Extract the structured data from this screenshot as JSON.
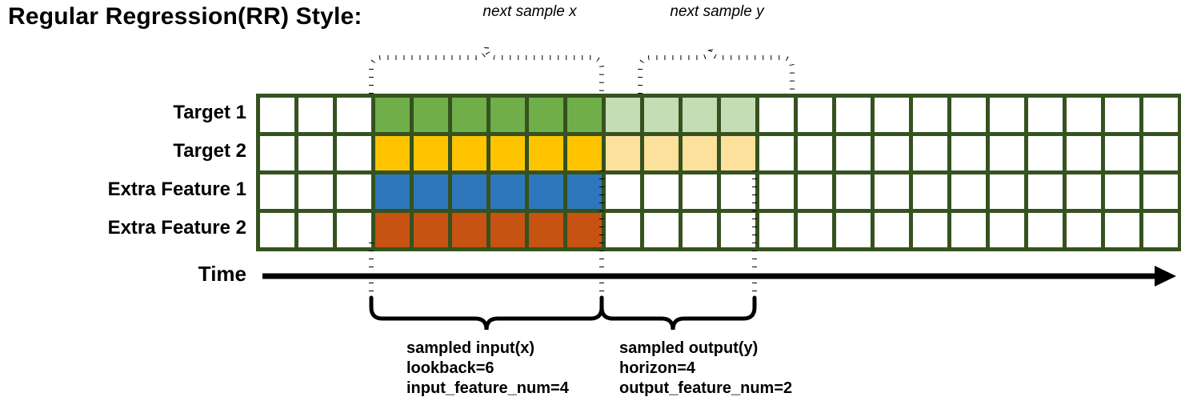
{
  "title": "Regular Regression(RR) Style:",
  "top_captions": {
    "input_brace": "next sample x",
    "output_brace": "next sample y"
  },
  "row_labels": [
    "Target 1",
    "Target 2",
    "Extra Feature 1",
    "Extra Feature 2"
  ],
  "time_axis": {
    "label": "Time",
    "arrow": "right-arrow-icon"
  },
  "descriptions": {
    "input": {
      "line1": "sampled input(x)",
      "line2": "lookback=6",
      "line3": "input_feature_num=4"
    },
    "output": {
      "line1": "sampled output(y)",
      "line2": "horizon=4",
      "line3": "output_feature_num=2"
    }
  },
  "colors": {
    "border": "#35521F",
    "target1": "#6FAE49",
    "target1_light": "#C4DDB4",
    "target2": "#FFC400",
    "target2_light": "#FBE19B",
    "extra1": "#2E77BC",
    "extra2": "#C65311",
    "empty": "#FFFFFF",
    "ink": "#000000"
  },
  "chart_data": {
    "type": "heatmap",
    "title": "Regular Regression(RR) Style:",
    "n_columns": 24,
    "n_rows": 4,
    "row_names": [
      "Target 1",
      "Target 2",
      "Extra Feature 1",
      "Extra Feature 2"
    ],
    "lookback": 6,
    "horizon": 4,
    "input_feature_num": 4,
    "output_feature_num": 2,
    "input_start_col": 3,
    "input_end_col": 9,
    "output_start_col": 9,
    "output_end_col": 13,
    "xlabel": "Time",
    "ylabel": "",
    "grid": [
      [
        "empty",
        "empty",
        "empty",
        "target1",
        "target1",
        "target1",
        "target1",
        "target1",
        "target1",
        "target1_light",
        "target1_light",
        "target1_light",
        "target1_light",
        "empty",
        "empty",
        "empty",
        "empty",
        "empty",
        "empty",
        "empty",
        "empty",
        "empty",
        "empty",
        "empty"
      ],
      [
        "empty",
        "empty",
        "empty",
        "target2",
        "target2",
        "target2",
        "target2",
        "target2",
        "target2",
        "target2_light",
        "target2_light",
        "target2_light",
        "target2_light",
        "empty",
        "empty",
        "empty",
        "empty",
        "empty",
        "empty",
        "empty",
        "empty",
        "empty",
        "empty",
        "empty"
      ],
      [
        "empty",
        "empty",
        "empty",
        "extra1",
        "extra1",
        "extra1",
        "extra1",
        "extra1",
        "extra1",
        "empty",
        "empty",
        "empty",
        "empty",
        "empty",
        "empty",
        "empty",
        "empty",
        "empty",
        "empty",
        "empty",
        "empty",
        "empty",
        "empty",
        "empty"
      ],
      [
        "empty",
        "empty",
        "empty",
        "extra2",
        "extra2",
        "extra2",
        "extra2",
        "extra2",
        "extra2",
        "empty",
        "empty",
        "empty",
        "empty",
        "empty",
        "empty",
        "empty",
        "empty",
        "empty",
        "empty",
        "empty",
        "empty",
        "empty",
        "empty",
        "empty"
      ]
    ]
  }
}
